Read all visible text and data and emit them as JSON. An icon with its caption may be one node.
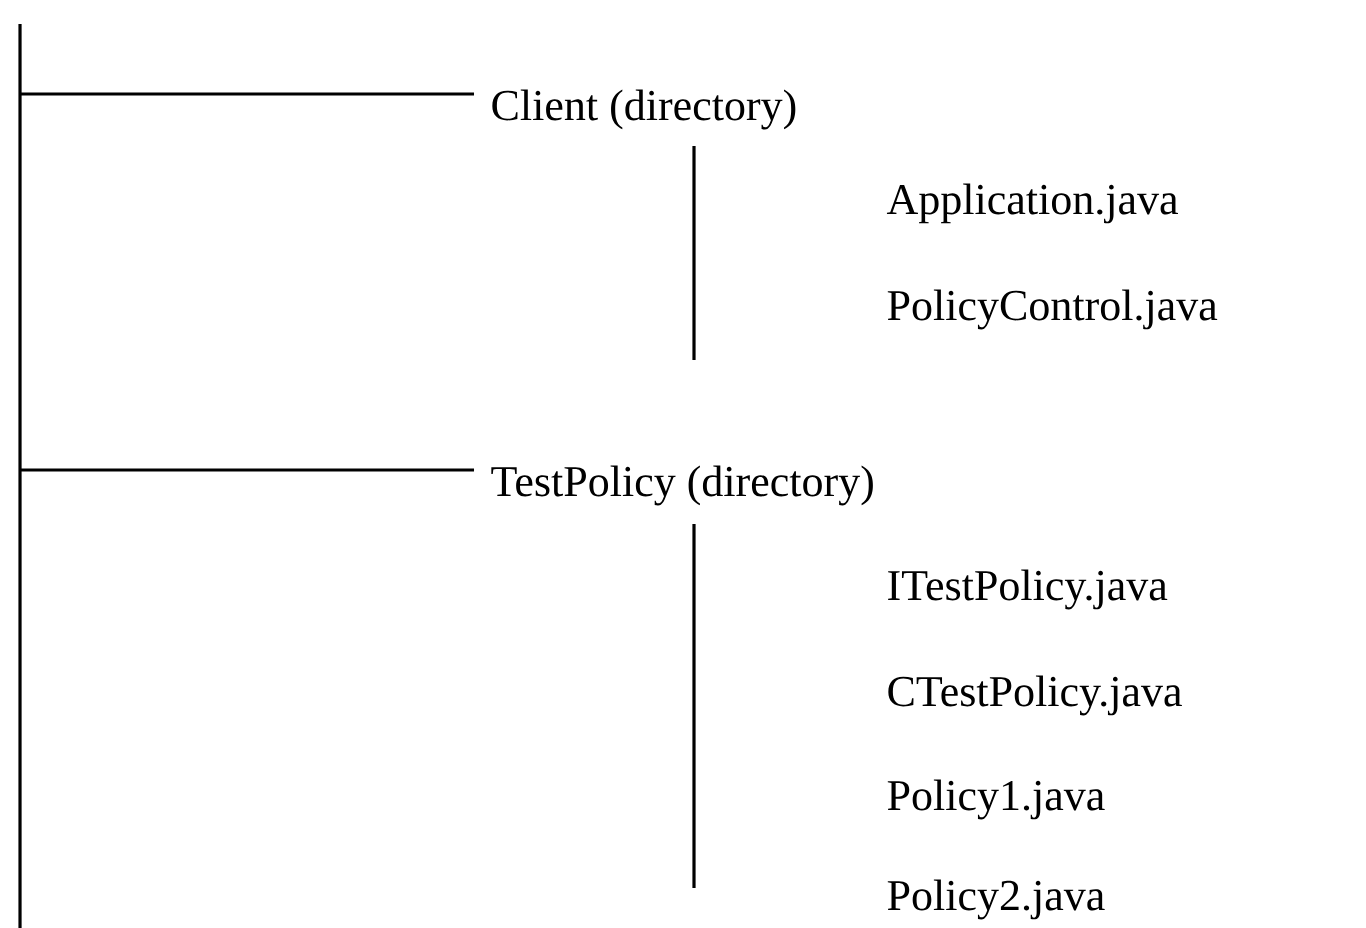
{
  "diagram": {
    "nodes": [
      {
        "text": [
          "Client (directory)"
        ]
      },
      {
        "text": [
          "Application.java"
        ]
      },
      {
        "text": [
          "PolicyControl.java"
        ]
      },
      {
        "text": [
          "TestPolicy (directory)"
        ]
      },
      {
        "text": [
          "ITestPolicy.java"
        ]
      },
      {
        "text": [
          "CTestPolicy.java"
        ]
      },
      {
        "text": [
          "Policy1.java"
        ]
      },
      {
        "text": [
          "Policy2.java"
        ]
      }
    ],
    "edges": [
      {
        "from": null,
        "to": 0,
        "arrow": "none"
      },
      {
        "from": null,
        "to": 3,
        "arrow": "none"
      }
    ]
  }
}
